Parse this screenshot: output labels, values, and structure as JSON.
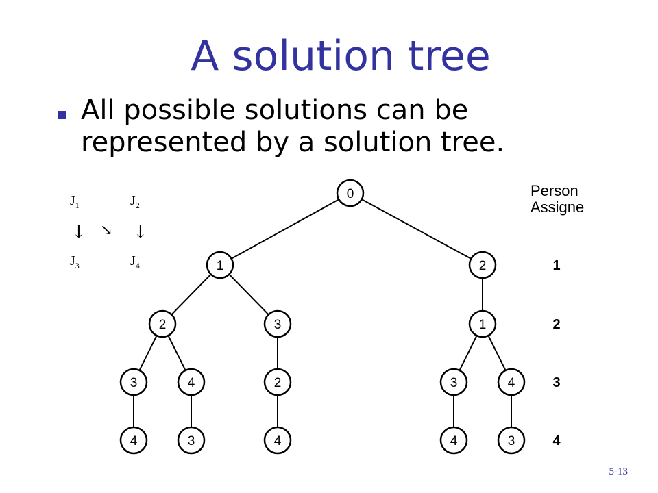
{
  "slide": {
    "title": "A solution tree",
    "bullet": "All possible solutions can be represented by a solution tree.",
    "slide_number": "5-13"
  },
  "legend": {
    "j1": "J",
    "j1_sub": "1",
    "j2": "J",
    "j2_sub": "2",
    "j3": "J",
    "j3_sub": "3",
    "j4": "J",
    "j4_sub": "4",
    "arrow_down": "↓",
    "arrow_diag": "↘"
  },
  "side_labels": {
    "header_line1": "Person",
    "header_line2": "Assigne",
    "levels": [
      "1",
      "2",
      "3",
      "4"
    ]
  },
  "tree": {
    "nodes": [
      {
        "id": "root",
        "label": "0"
      },
      {
        "id": "a",
        "label": "1"
      },
      {
        "id": "b",
        "label": "2"
      },
      {
        "id": "a1",
        "label": "2"
      },
      {
        "id": "a2",
        "label": "3"
      },
      {
        "id": "b1",
        "label": "1"
      },
      {
        "id": "a1x",
        "label": "3"
      },
      {
        "id": "a1y",
        "label": "4"
      },
      {
        "id": "a2x",
        "label": "2"
      },
      {
        "id": "b1x",
        "label": "3"
      },
      {
        "id": "b1y",
        "label": "4"
      },
      {
        "id": "a1xx",
        "label": "4"
      },
      {
        "id": "a1yy",
        "label": "3"
      },
      {
        "id": "a2xx",
        "label": "4"
      },
      {
        "id": "b1xx",
        "label": "4"
      },
      {
        "id": "b1yy",
        "label": "3"
      }
    ],
    "edges": [
      [
        "root",
        "a"
      ],
      [
        "root",
        "b"
      ],
      [
        "a",
        "a1"
      ],
      [
        "a",
        "a2"
      ],
      [
        "b",
        "b1"
      ],
      [
        "a1",
        "a1x"
      ],
      [
        "a1",
        "a1y"
      ],
      [
        "a2",
        "a2x"
      ],
      [
        "b1",
        "b1x"
      ],
      [
        "b1",
        "b1y"
      ],
      [
        "a1x",
        "a1xx"
      ],
      [
        "a1y",
        "a1yy"
      ],
      [
        "a2x",
        "a2xx"
      ],
      [
        "b1x",
        "b1xx"
      ],
      [
        "b1y",
        "b1yy"
      ]
    ]
  }
}
